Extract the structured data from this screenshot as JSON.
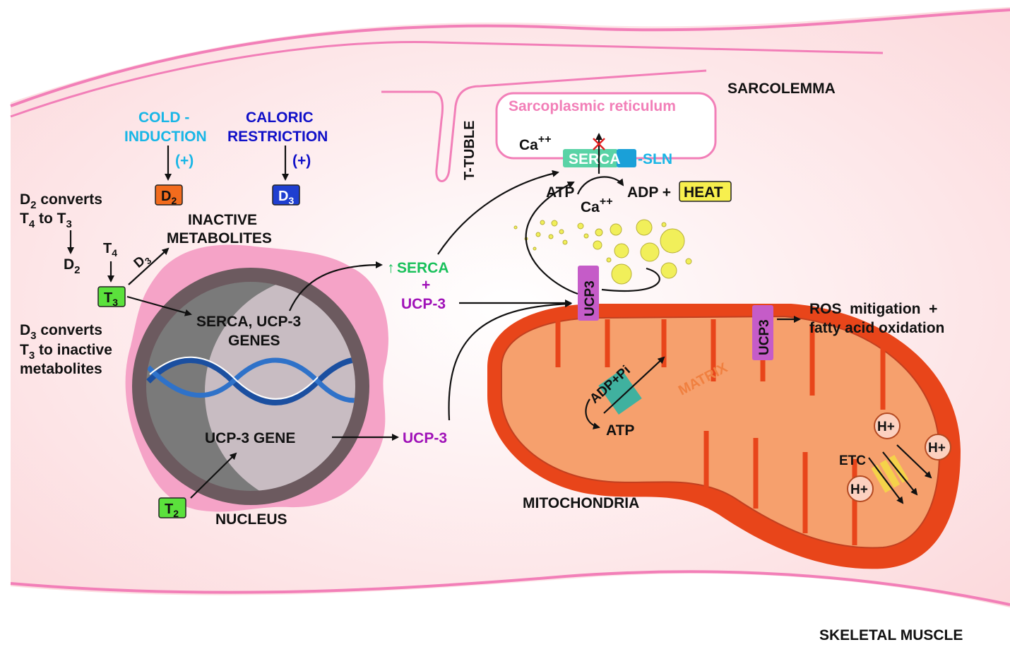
{
  "labels": {
    "sarcolemma": "SARCOLEMMA",
    "skeletal_muscle": "SKELETAL MUSCLE",
    "t_tuble": "T-TUBLE",
    "sarcoplasmic_reticulum": "Sarcoplasmic reticulum",
    "ca_sr": "Ca",
    "ca_sr_sup": "++",
    "serca_pump": "SERCA",
    "sln": "-SLN",
    "atp_top": "ATP",
    "adp_plus": "ADP +",
    "heat": "HEAT",
    "ca_bottom": "Ca",
    "ca_bottom_sup": "++",
    "cold_line1": "COLD -",
    "cold_line2": "INDUCTION",
    "cold_plus": "(+)",
    "caloric_line1": "CALORIC",
    "caloric_line2": "RESTRICTION",
    "caloric_plus": "(+)",
    "d2_box": "D",
    "d2_box_sub": "2",
    "d3_box": "D",
    "d3_box_sub": "3",
    "d2conv_l1_a": "D",
    "d2conv_l1_sub": "2",
    "d2conv_l1_b": " converts",
    "d2conv_l2_a": "T",
    "d2conv_l2_sub1": "4",
    "d2conv_l2_b": "  to T",
    "d2conv_l2_sub2": "3",
    "d2_small": "D",
    "d2_small_sub": "2",
    "t4": "T",
    "t4_sub": "4",
    "d3_arrow": "D",
    "d3_arrow_sub": "3",
    "t3_box": "T",
    "t3_box_sub": "3",
    "inactive_l1": "INACTIVE",
    "inactive_l2": "METABOLITES",
    "d3conv_l1_a": "D",
    "d3conv_l1_sub": "3",
    "d3conv_l1_b": " converts",
    "d3conv_l2_a": "T",
    "d3conv_l2_sub": "3",
    "d3conv_l2_b": " to inactive",
    "d3conv_l3": "metabolites",
    "genes_l1": "SERCA, UCP-3",
    "genes_l2": "GENES",
    "ucp3_gene": "UCP-3 GENE",
    "nucleus": "NUCLEUS",
    "t2_box": "T",
    "t2_box_sub": "2",
    "up_arrow": "↑",
    "serca_out": "SERCA",
    "plus": "+",
    "ucp3_out": "UCP-3",
    "ucp3_out2": "UCP-3",
    "ucp3_tag": "UCP3",
    "ucp3_tag2": "UCP3",
    "ros_l1": "ROS  mitigation  +",
    "ros_l2": "fatty acid oxidation",
    "matrix": "MATRIX",
    "adp_pi": "ADP+Pi",
    "atp_mito": "ATP",
    "etc": "ETC",
    "hplus_1": "H+",
    "hplus_2": "H+",
    "hplus_3": "H+",
    "mitochondria": "MITOCHONDRIA"
  },
  "colors": {
    "cell_fill": "#fde5e5",
    "membrane": "#f27fb8",
    "cold": "#19b6e6",
    "caloric": "#1010c8",
    "d2_box": "#f26b1d",
    "d3_box": "#1f3fd0",
    "t_box": "#5be13c",
    "serca_up": "#18c05a",
    "ucp3_purple": "#a012b8",
    "ucp3_tag": "#c55cc8",
    "heat_box": "#f7ef4e",
    "mito_outer": "#e8451a",
    "mito_inner": "#f6a06d",
    "ca_dots": "#f1ef5a",
    "sln": "#19b6e6"
  }
}
